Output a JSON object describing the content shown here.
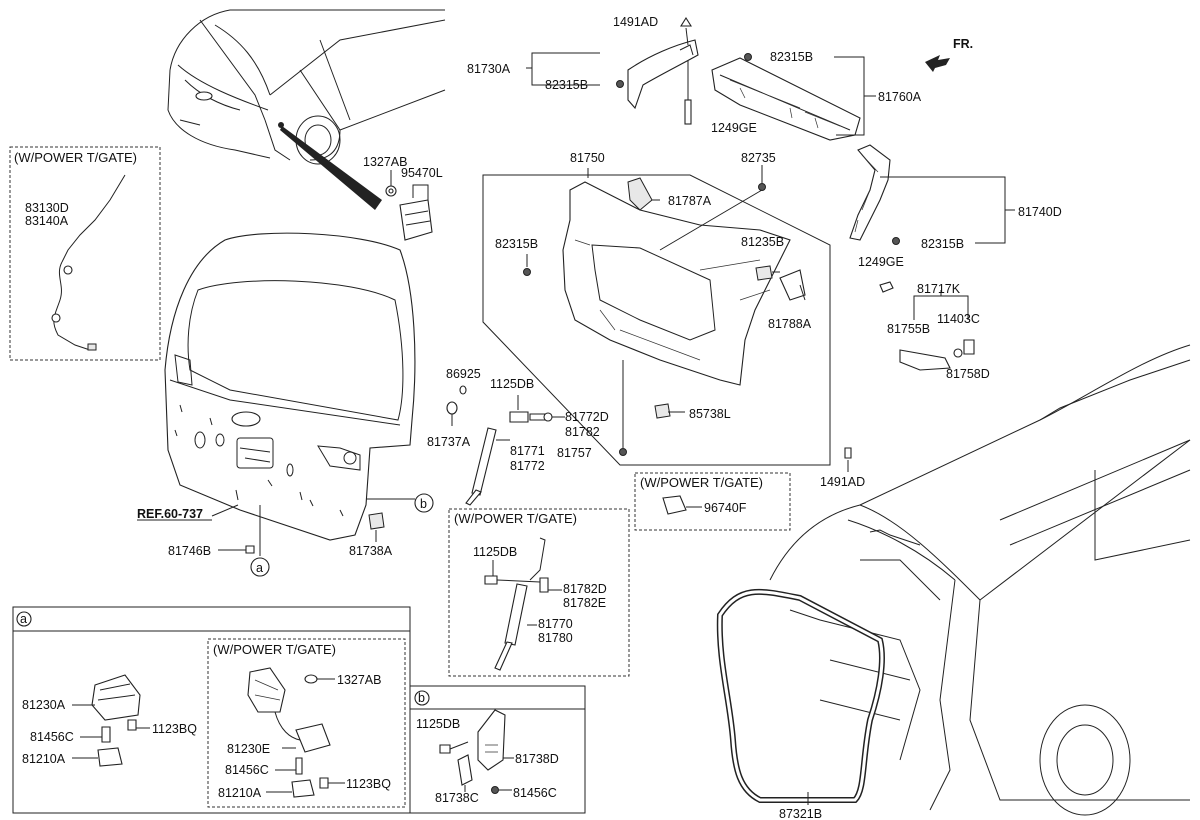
{
  "direction": {
    "text": "FR."
  },
  "reference": {
    "text": "REF.60-737"
  },
  "box_headers": {
    "power_tgate_left": "(W/POWER T/GATE)",
    "power_tgate_mid": "(W/POWER T/GATE)",
    "power_tgate_switch": "(W/POWER T/GATE)",
    "power_tgate_latch": "(W/POWER T/GATE)",
    "detail_a": "a",
    "detail_b": "b"
  },
  "callouts": {
    "a": "a",
    "b": "b"
  },
  "parts": {
    "p1491AD_top": "1491AD",
    "p81730A": "81730A",
    "p82315B_a": "82315B",
    "p1249GE_a": "1249GE",
    "p82315B_b": "82315B",
    "p81760A": "81760A",
    "p1327AB_a": "1327AB",
    "p95470L": "95470L",
    "p81750": "81750",
    "p82735": "82735",
    "p81787A": "81787A",
    "p81740D": "81740D",
    "p82315B_c": "82315B",
    "p82315B_d": "82315B",
    "p81235B": "81235B",
    "p1249GE_b": "1249GE",
    "p81717K": "81717K",
    "p81755B": "81755B",
    "p11403C": "11403C",
    "p81788A": "81788A",
    "p81758D": "81758D",
    "p83130D": "83130D",
    "p83140A": "83140A",
    "p86925": "86925",
    "p1125DB_a": "1125DB",
    "p81737A": "81737A",
    "p81772D": "81772D",
    "p81782": "81782",
    "p85738L": "85738L",
    "p81771": "81771",
    "p81772": "81772",
    "p81757": "81757",
    "p1491AD_b": "1491AD",
    "p96740F": "96740F",
    "p81746B": "81746B",
    "p81738A": "81738A",
    "p1125DB_b": "1125DB",
    "p81782D": "81782D",
    "p81782E": "81782E",
    "p81770": "81770",
    "p81780": "81780",
    "p81230A": "81230A",
    "p1123BQ_a": "1123BQ",
    "p81456C_a": "81456C",
    "p81210A_a": "81210A",
    "p1327AB_b": "1327AB",
    "p81230E": "81230E",
    "p81456C_b": "81456C",
    "p81210A_b": "81210A",
    "p1123BQ_b": "1123BQ",
    "p1125DB_c": "1125DB",
    "p81738D": "81738D",
    "p81738C": "81738C",
    "p81456C_c": "81456C",
    "p87321B": "87321B"
  }
}
